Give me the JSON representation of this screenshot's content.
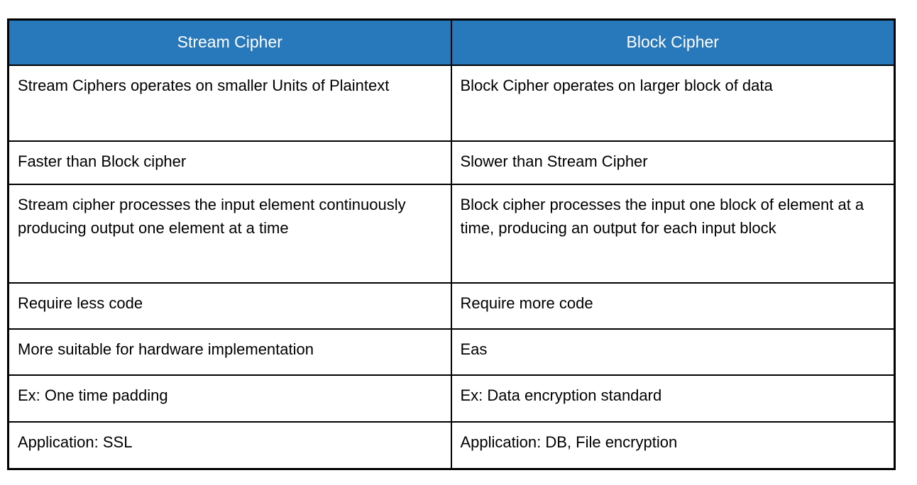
{
  "table": {
    "headers": {
      "stream": "Stream Cipher",
      "block": "Block Cipher"
    },
    "rows": [
      {
        "stream": "Stream Ciphers operates on smaller Units of Plaintext",
        "block": "Block Cipher operates on larger block of data"
      },
      {
        "stream": "Faster than Block cipher",
        "block": "Slower than Stream Cipher"
      },
      {
        "stream": "Stream cipher processes the input element continuously producing output one element at a time",
        "block": "Block cipher processes the input one block of element at a time, producing an output for each input block"
      },
      {
        "stream": "Require less code",
        "block": "Require more code"
      },
      {
        "stream": "More suitable for hardware implementation",
        "block": "Eas"
      },
      {
        "stream": "Ex: One time padding",
        "block": "Ex: Data encryption standard"
      },
      {
        "stream": "Application: SSL",
        "block": "Application: DB, File encryption"
      }
    ],
    "colors": {
      "header_bg": "#2878BC",
      "header_text": "#FFFFFF",
      "border": "#000000"
    }
  }
}
